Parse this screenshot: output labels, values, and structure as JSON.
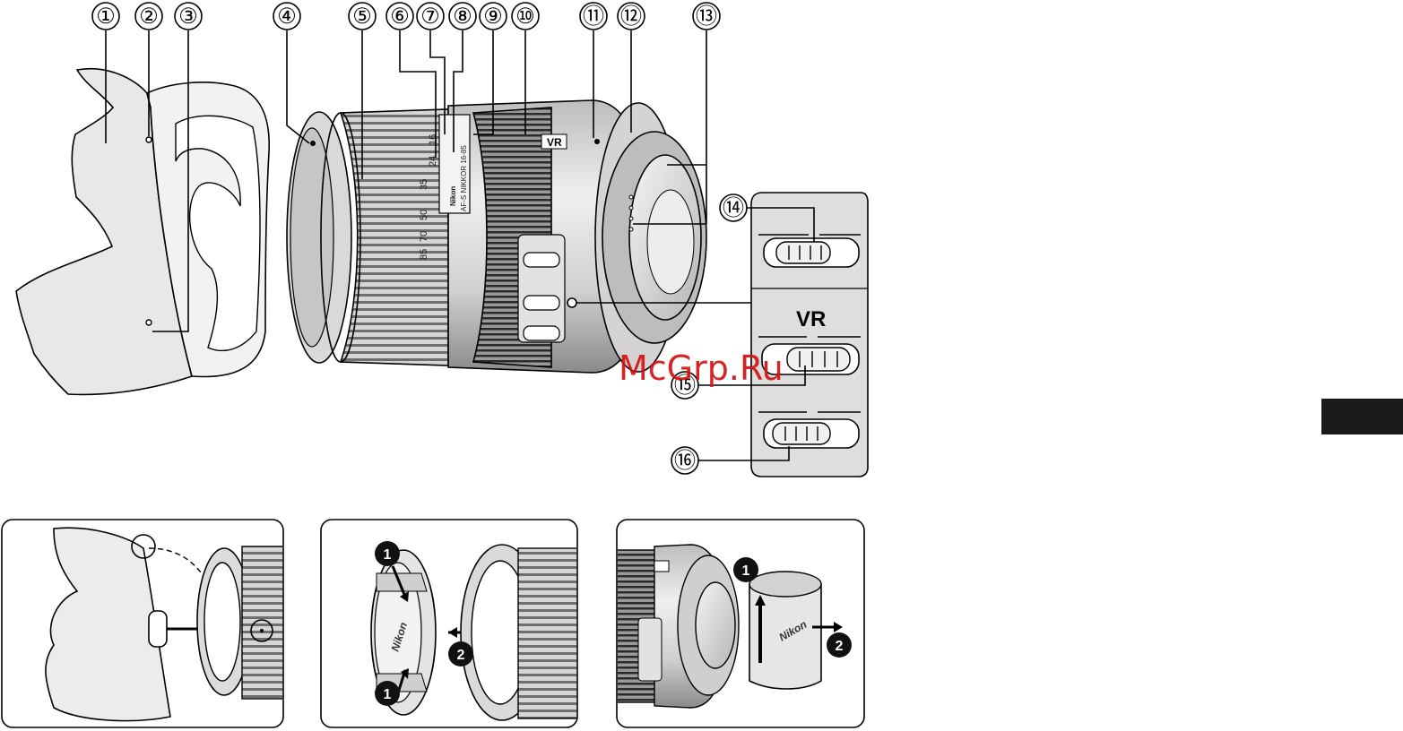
{
  "callouts": [
    "①",
    "②",
    "③",
    "④",
    "⑤",
    "⑥",
    "⑦",
    "⑧",
    "⑨",
    "⑩",
    "⑪",
    "⑫",
    "⑬",
    "⑭",
    "⑮",
    "⑯"
  ],
  "lens": {
    "focal_marks": [
      "16",
      "24",
      "35",
      "50",
      "70",
      "85"
    ],
    "brand": "Nikon",
    "model_text": "AF-S NIKKOR 16-85",
    "vr_badge": "VR"
  },
  "switch_panel": {
    "vr_label": "VR"
  },
  "steps": {
    "one": "1",
    "two": "2"
  },
  "caps": {
    "front_cap_brand": "Nikon",
    "rear_cap_brand": "Nikon"
  },
  "watermark": "McGrp.Ru",
  "colors": {
    "hood": "#e8e8e8",
    "metal": "#d9d9d9",
    "dark": "#1a1a1a",
    "watermark": "#d31212"
  }
}
